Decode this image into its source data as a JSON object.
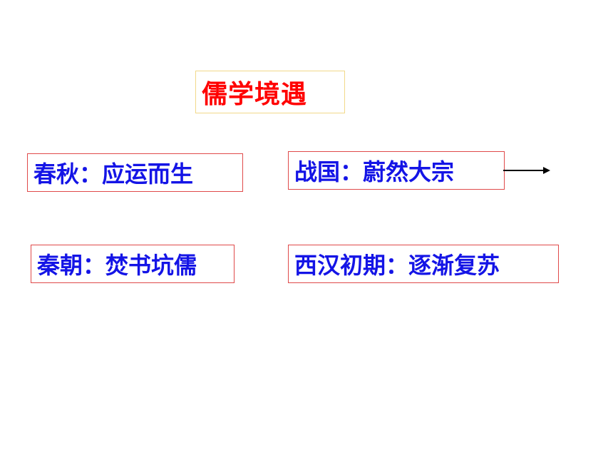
{
  "title": "儒学境遇",
  "stages": [
    {
      "label": "春秋：应运而生"
    },
    {
      "label": "战国：蔚然大宗"
    },
    {
      "label": "秦朝：焚书坑儒"
    },
    {
      "label": "西汉初期：逐渐复苏"
    }
  ],
  "colors": {
    "title": "#ff0000",
    "title_border": "#f2d98a",
    "card_text": "#1414e6",
    "card_border": "#e04a4a",
    "arrow": "#000000"
  }
}
